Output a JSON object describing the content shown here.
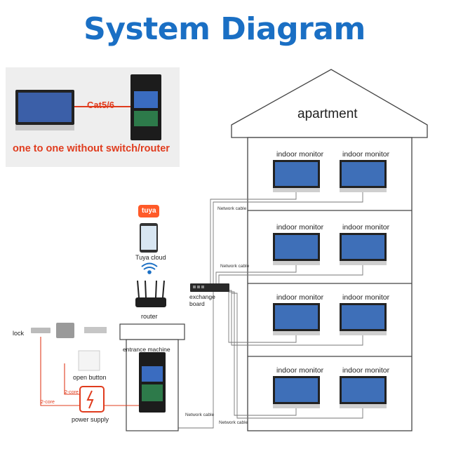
{
  "title": "System Diagram",
  "inset": {
    "cable_label": "Cat5/6",
    "caption": "one to one without switch/router"
  },
  "building": {
    "label": "apartment",
    "monitor_label": "indoor monitor",
    "network_cable_label": "Network cable"
  },
  "devices": {
    "tuya_logo": "tuya",
    "tuya_cloud": "Tuya cloud",
    "router": "router",
    "exchange_board": "exchange\nboard",
    "entrance_machine": "entrance machine",
    "lock": "lock",
    "open_button": "open button",
    "power_supply": "power supply",
    "wire_2core": "2-core"
  },
  "colors": {
    "title": "#1a6fc4",
    "accent_red": "#e03c1e",
    "inset_bg": "#eeeeee"
  }
}
